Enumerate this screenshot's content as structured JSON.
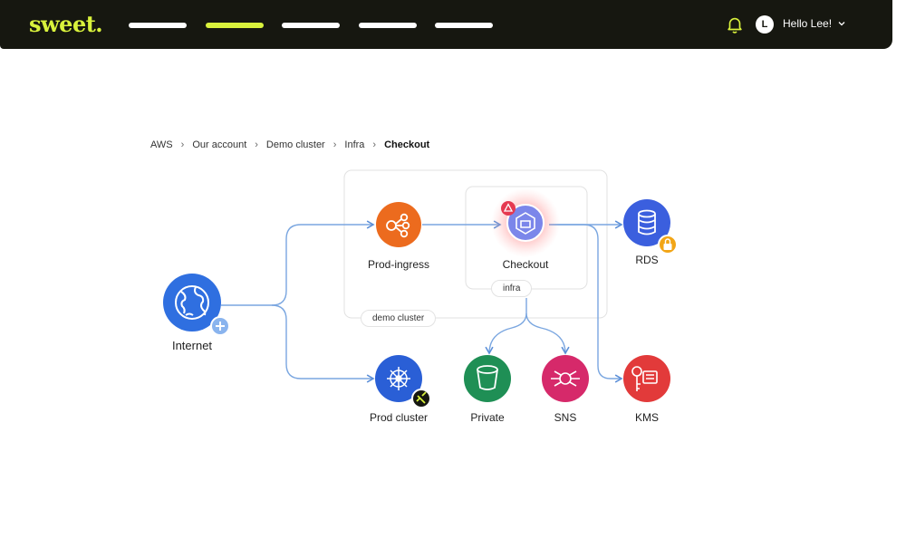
{
  "header": {
    "brand": "sweet.",
    "brand_color": "#d9f23c",
    "background": "#161710",
    "nav_items": [
      {
        "label": "",
        "active": false
      },
      {
        "label": "",
        "active": true
      },
      {
        "label": "",
        "active": false
      },
      {
        "label": "",
        "active": false
      },
      {
        "label": "",
        "active": false
      }
    ],
    "bell_icon": "bell-icon",
    "avatar_initial": "L",
    "user_greeting": "Hello Lee!"
  },
  "breadcrumb": [
    "AWS",
    "Our account",
    "Demo cluster",
    "Infra",
    "Checkout"
  ],
  "diagram": {
    "groups": {
      "outer": "demo cluster",
      "inner": "infra"
    },
    "nodes": {
      "internet": {
        "label": "Internet",
        "icon": "globe-icon",
        "color": "#2f6fe0",
        "badge": "plus-badge-icon"
      },
      "ingress": {
        "label": "Prod-ingress",
        "icon": "share-nodes-icon",
        "color": "#ec6b1e"
      },
      "checkout": {
        "label": "Checkout",
        "icon": "pod-icon",
        "color": "#7b86ea",
        "badge": "warning-badge-icon"
      },
      "rds": {
        "label": "RDS",
        "icon": "database-icon",
        "color": "#3b5fde",
        "badge": "lock-badge-icon"
      },
      "prodcluster": {
        "label": "Prod cluster",
        "icon": "kubernetes-helm-icon",
        "color": "#2a5fd6",
        "badge": "connected-badge-icon"
      },
      "private": {
        "label": "Private",
        "icon": "bucket-icon",
        "color": "#1f8f55"
      },
      "sns": {
        "label": "SNS",
        "icon": "sns-icon",
        "color": "#d6296a"
      },
      "kms": {
        "label": "KMS",
        "icon": "key-icon",
        "color": "#e23a3a"
      }
    }
  }
}
